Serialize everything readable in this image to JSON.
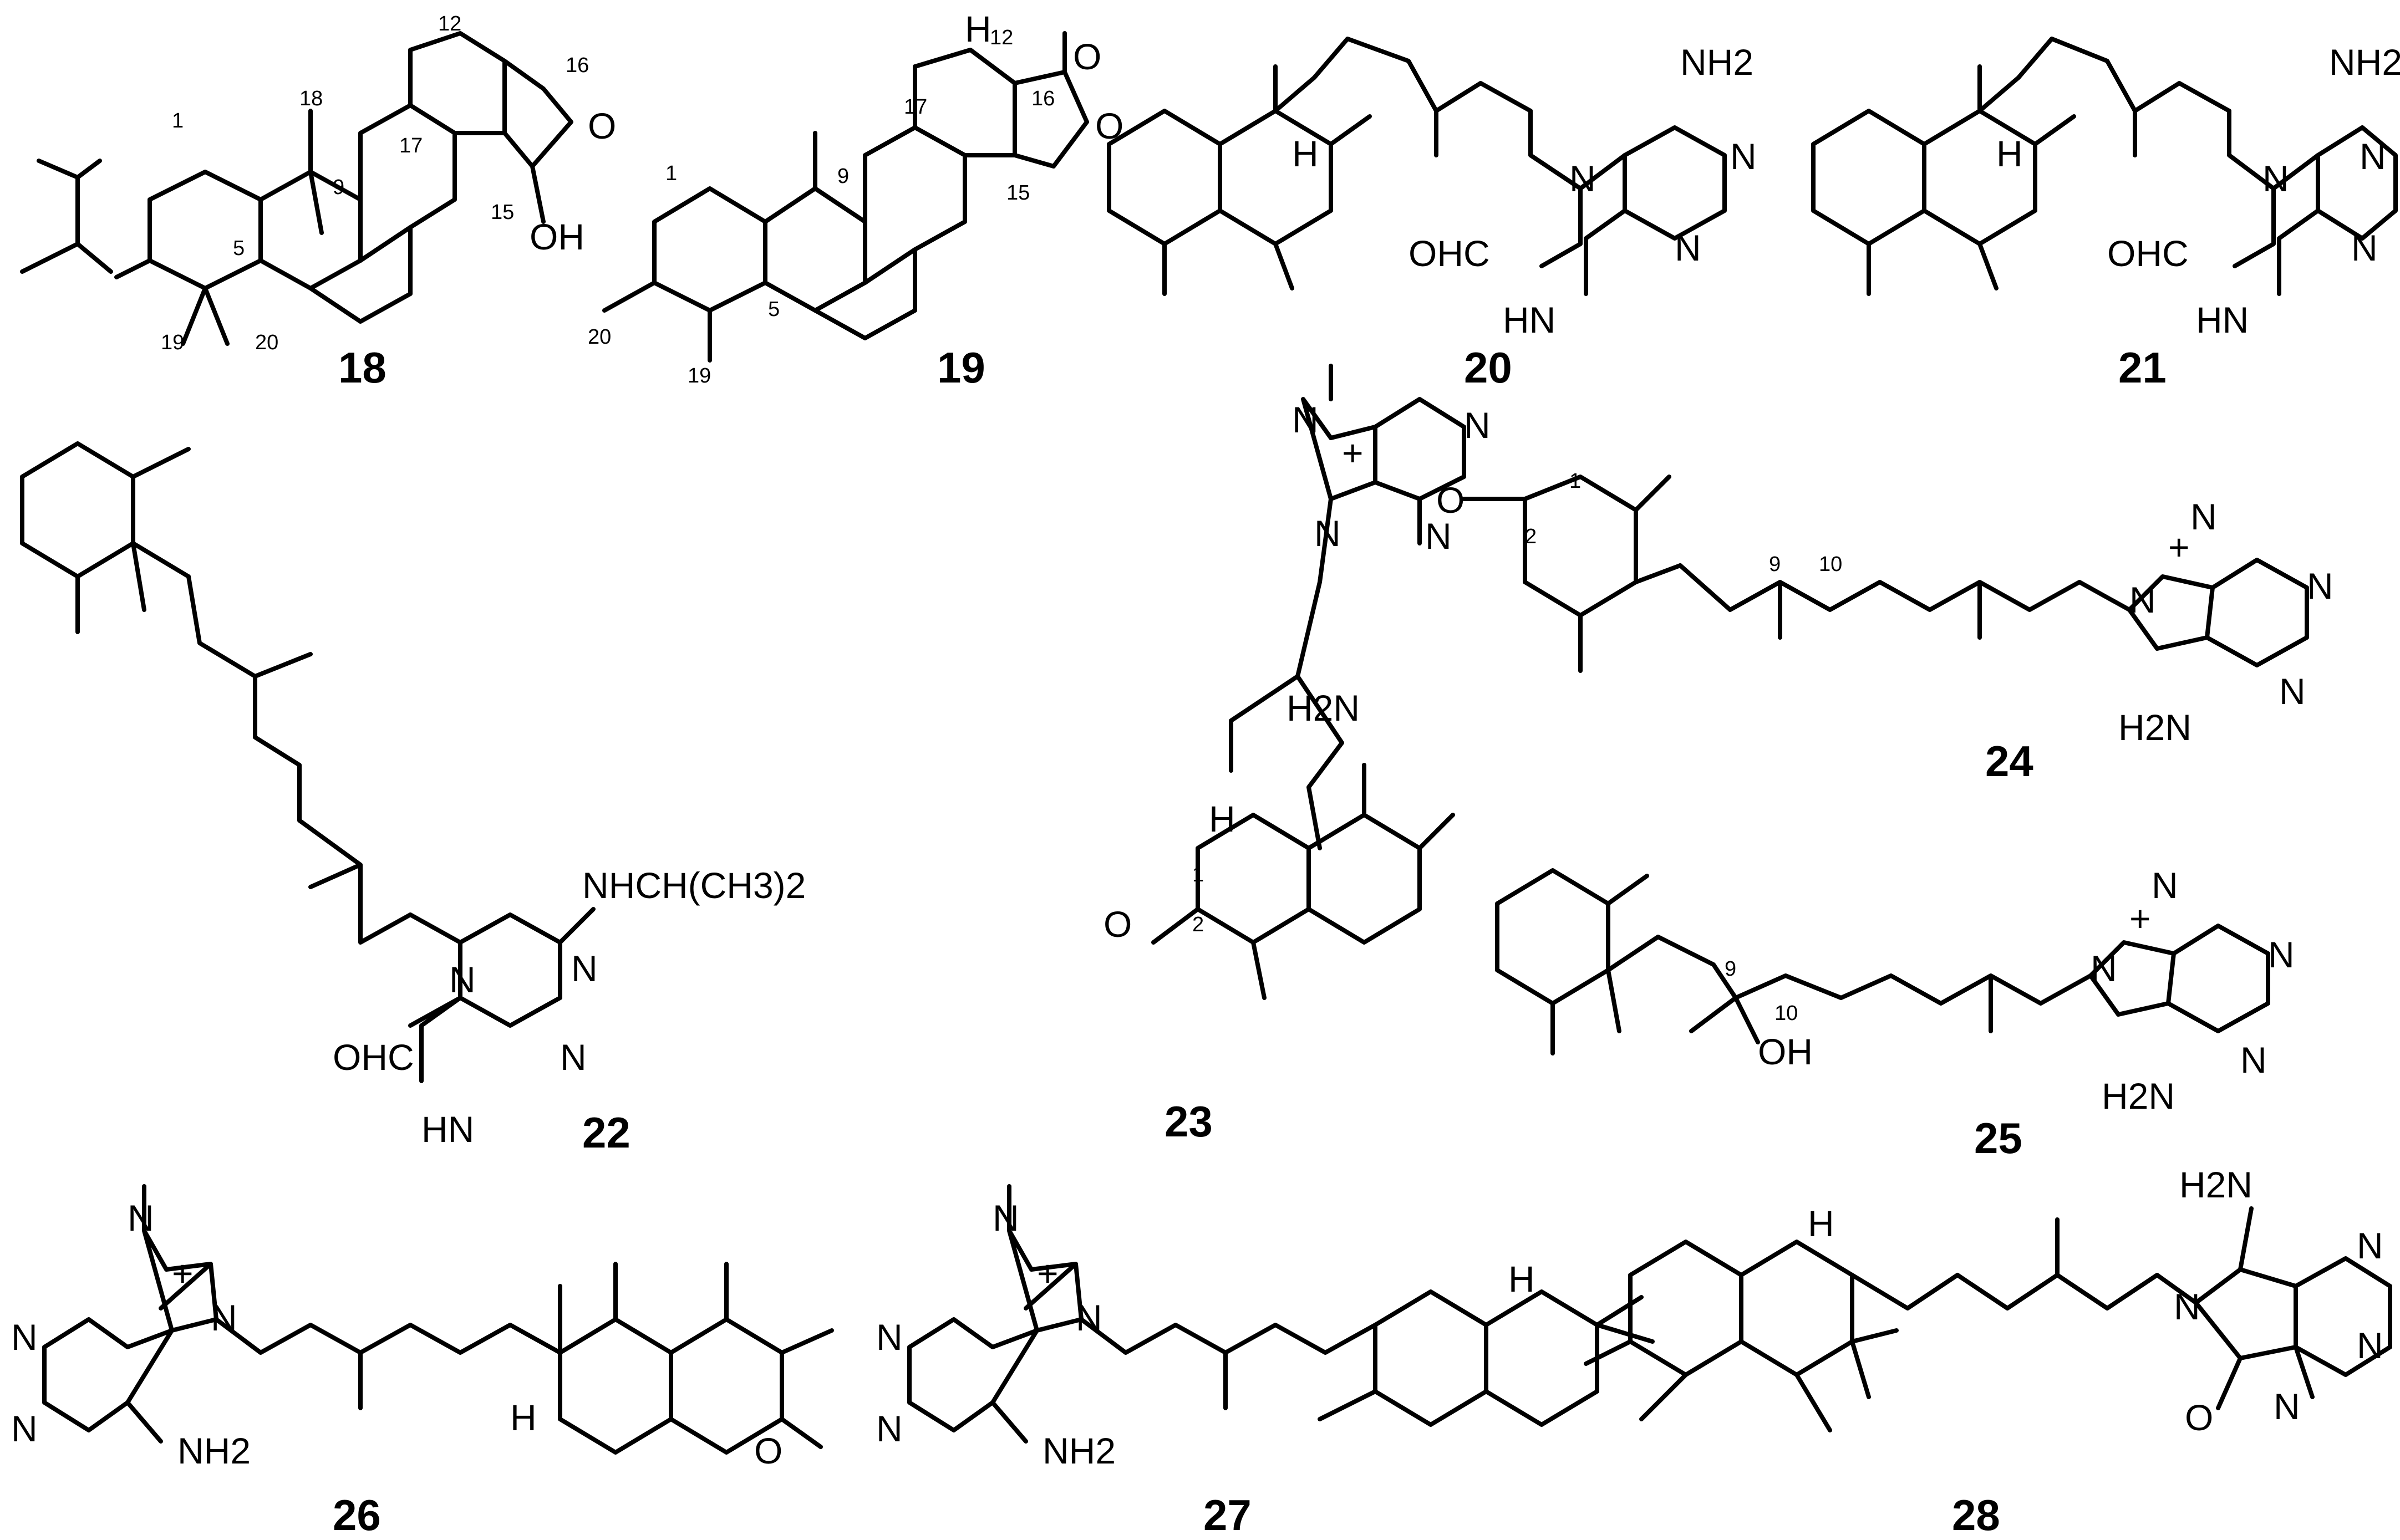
{
  "figure": {
    "background": "#ffffff",
    "ink": "#000000",
    "compounds": [
      {
        "id": "18",
        "label": "18",
        "substituents": [
          "OH"
        ],
        "locants": [
          "1",
          "5",
          "9",
          "12",
          "15",
          "16",
          "17",
          "18",
          "19",
          "20"
        ]
      },
      {
        "id": "19",
        "label": "19",
        "substituents": [
          "O",
          "O",
          "H"
        ],
        "locants": [
          "1",
          "5",
          "9",
          "12",
          "15",
          "16",
          "17",
          "19",
          "20"
        ]
      },
      {
        "id": "20",
        "label": "20",
        "substituents": [
          "NH2",
          "OHC",
          "HN",
          "N",
          "N",
          "N",
          "H"
        ],
        "locants": []
      },
      {
        "id": "21",
        "label": "21",
        "substituents": [
          "NH2",
          "OHC",
          "HN",
          "N",
          "N",
          "N",
          "H"
        ],
        "locants": []
      },
      {
        "id": "22",
        "label": "22",
        "substituents": [
          "NHCH(CH3)2",
          "OHC",
          "HN",
          "N",
          "N",
          "N"
        ],
        "locants": []
      },
      {
        "id": "23",
        "label": "23",
        "substituents": [
          "H2N",
          "N",
          "N",
          "N",
          "N",
          "+",
          "O",
          "H"
        ],
        "locants": [
          "1",
          "2"
        ]
      },
      {
        "id": "24",
        "label": "24",
        "substituents": [
          "O",
          "H2N",
          "N",
          "N",
          "N",
          "N",
          "+"
        ],
        "locants": [
          "1",
          "2",
          "9",
          "10"
        ]
      },
      {
        "id": "25",
        "label": "25",
        "substituents": [
          "OH",
          "H2N",
          "N",
          "N",
          "N",
          "N",
          "+"
        ],
        "locants": [
          "9",
          "10"
        ]
      },
      {
        "id": "26",
        "label": "26",
        "substituents": [
          "NH2",
          "N",
          "N",
          "N",
          "N",
          "+",
          "O",
          "H"
        ],
        "locants": []
      },
      {
        "id": "27",
        "label": "27",
        "substituents": [
          "NH2",
          "N",
          "N",
          "N",
          "N",
          "+",
          "H"
        ],
        "locants": []
      },
      {
        "id": "28",
        "label": "28",
        "substituents": [
          "H2N",
          "N",
          "N",
          "N",
          "N",
          "O",
          "H"
        ],
        "locants": []
      }
    ]
  }
}
